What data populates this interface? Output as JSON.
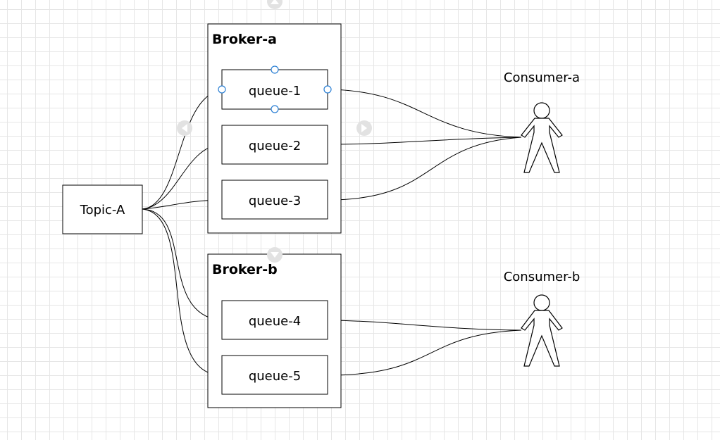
{
  "diagram": {
    "topic": {
      "label": "Topic-A"
    },
    "brokers": [
      {
        "label": "Broker-a",
        "queues": [
          "queue-1",
          "queue-2",
          "queue-3"
        ]
      },
      {
        "label": "Broker-b",
        "queues": [
          "queue-4",
          "queue-5"
        ]
      }
    ],
    "consumers": [
      {
        "label": "Consumer-a",
        "connects_to": [
          "queue-1",
          "queue-2",
          "queue-3"
        ]
      },
      {
        "label": "Consumer-b",
        "connects_to": [
          "queue-4",
          "queue-5"
        ]
      }
    ],
    "topic_connects_to": [
      "queue-1",
      "queue-2",
      "queue-3",
      "queue-4",
      "queue-5"
    ],
    "selected_node": "queue-1",
    "colors": {
      "stroke": "#000000",
      "handle": "#2a7fd4",
      "grid": "#e6e6e6",
      "nav": "#e2e2e2"
    }
  }
}
